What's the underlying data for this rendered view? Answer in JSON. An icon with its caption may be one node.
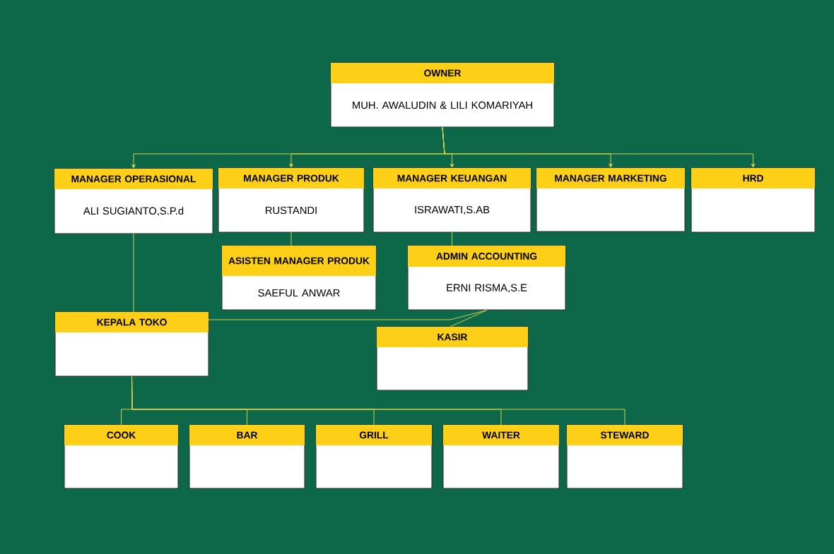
{
  "diagram": {
    "nodes": [
      {
        "text": [
          "OWNER",
          "MUH. AWALUDIN & LILI KOMARIYAH"
        ]
      },
      {
        "text": [
          "MANAGER OPERASIONAL",
          "ALI SUGIANTO,S.P.d"
        ]
      },
      {
        "text": [
          "MANAGER PRODUK",
          "RUSTANDI"
        ]
      },
      {
        "text": [
          "MANAGER KEUANGAN",
          "ISRAWATI,S.AB"
        ]
      },
      {
        "text": [
          "MANAGER MARKETING"
        ]
      },
      {
        "text": [
          "HRD"
        ]
      },
      {
        "text": [
          "ASISTEN MANAGER PRODUK",
          "SAEFUL ANWAR"
        ]
      },
      {
        "text": [
          "ADMIN ACCOUNTING",
          "ERNI RISMA,S.E"
        ]
      },
      {
        "text": [
          "KEPALA TOKO"
        ]
      },
      {
        "text": [
          "KASIR"
        ]
      },
      {
        "text": [
          "COOK"
        ]
      },
      {
        "text": [
          "BAR"
        ]
      },
      {
        "text": [
          "GRILL"
        ]
      },
      {
        "text": [
          "WAITER"
        ]
      },
      {
        "text": [
          "STEWARD"
        ]
      }
    ],
    "edges": [
      {
        "from": 0,
        "to": 1,
        "arrow": "to"
      },
      {
        "from": 0,
        "to": 2,
        "arrow": "to"
      },
      {
        "from": 0,
        "to": 3,
        "arrow": "to"
      },
      {
        "from": 0,
        "to": 4,
        "arrow": "to"
      },
      {
        "from": 0,
        "to": 5,
        "arrow": "to"
      },
      {
        "from": 2,
        "to": 6,
        "arrow": "none"
      },
      {
        "from": 3,
        "to": 7,
        "arrow": "none"
      },
      {
        "from": 1,
        "to": 8,
        "arrow": "none"
      },
      {
        "from": 7,
        "to": 8,
        "arrow": "none"
      },
      {
        "from": 7,
        "to": 9,
        "arrow": "none"
      },
      {
        "from": 8,
        "to": 10,
        "arrow": "none"
      },
      {
        "from": 8,
        "to": 11,
        "arrow": "none"
      },
      {
        "from": 8,
        "to": 12,
        "arrow": "none"
      },
      {
        "from": 8,
        "to": 13,
        "arrow": "none"
      },
      {
        "from": 8,
        "to": 14,
        "arrow": "none"
      }
    ]
  }
}
